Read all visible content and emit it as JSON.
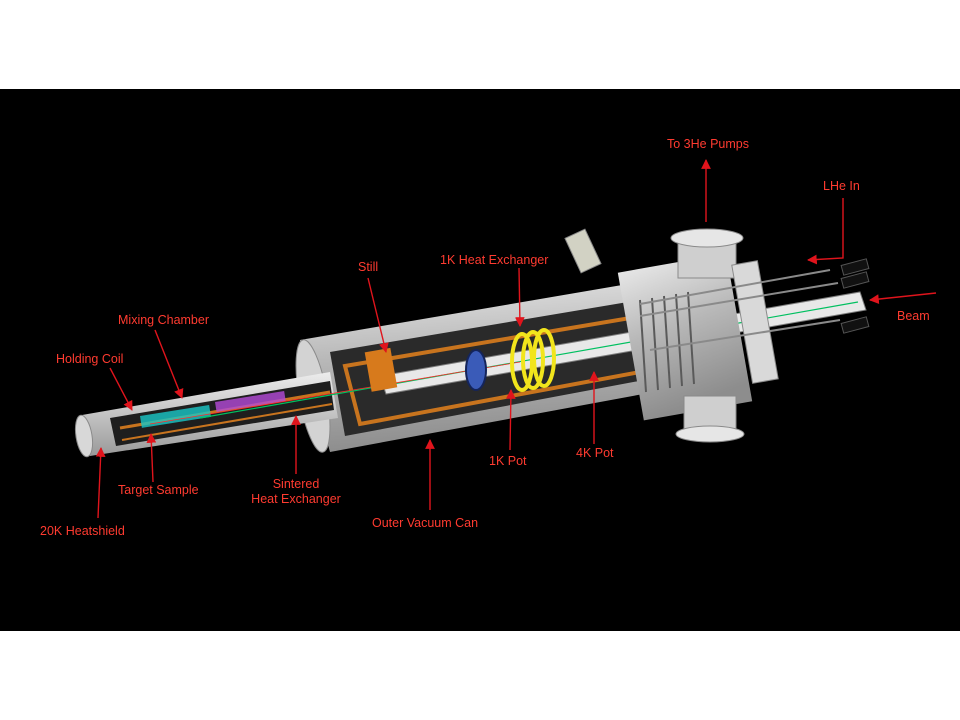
{
  "colors": {
    "background": "#000000",
    "page": "#ffffff",
    "label": "#ff3b30",
    "arrow": "#e0141c",
    "shell": "#bfbfbf",
    "copper": "#c8741e",
    "coil": "#f2e51c"
  },
  "labels": {
    "to_3he_pumps": "To 3He Pumps",
    "lhe_in": "LHe In",
    "still": "Still",
    "heat_exchanger_1k": "1K Heat Exchanger",
    "mixing_chamber": "Mixing Chamber",
    "beam": "Beam",
    "holding_coil": "Holding Coil",
    "target_sample": "Target Sample",
    "sintered_line1": "Sintered",
    "sintered_line2": "Heat Exchanger",
    "heatshield_20k": "20K Heatshield",
    "outer_vacuum_can": "Outer Vacuum Can",
    "pot_1k": "1K Pot",
    "pot_4k": "4K Pot"
  }
}
